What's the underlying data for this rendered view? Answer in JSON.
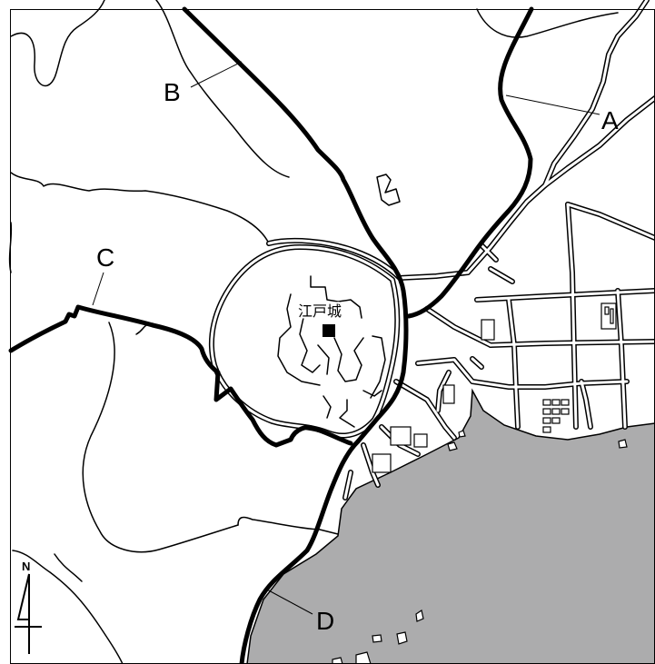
{
  "map": {
    "colors": {
      "water": "#acacad",
      "line": "#000000",
      "land": "#ffffff"
    },
    "castle": {
      "label": "江戸城",
      "marker_icon": "black-square-icon"
    },
    "route_labels": {
      "a": "A",
      "b": "B",
      "c": "C",
      "d": "D"
    },
    "compass": {
      "label": "N",
      "icon": "north-arrow-icon"
    }
  }
}
